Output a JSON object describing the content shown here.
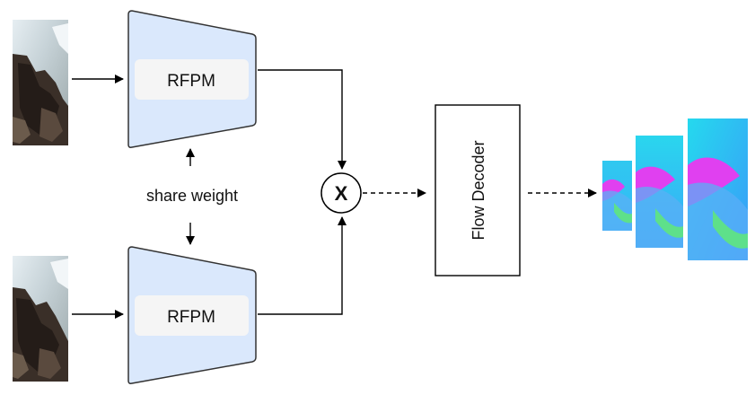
{
  "encoders": {
    "top_label": "RFPM",
    "bottom_label": "RFPM"
  },
  "share_weight_label": "share weight",
  "multiply_symbol": "X",
  "decoder_label": "Flow Decoder",
  "colors": {
    "encoder_fill": "#dae8fc",
    "encoder_stroke": "#333333",
    "inner_box_fill": "#f5f5f5",
    "flow_cyan": "#2fd3ee",
    "flow_blue": "#4a8cf7",
    "flow_magenta": "#e040f0",
    "flow_green": "#56e08a"
  },
  "images": {
    "input_frames": [
      "input-frame-1",
      "input-frame-2"
    ],
    "flow_outputs": [
      "flow-output-small",
      "flow-output-medium",
      "flow-output-large"
    ]
  }
}
